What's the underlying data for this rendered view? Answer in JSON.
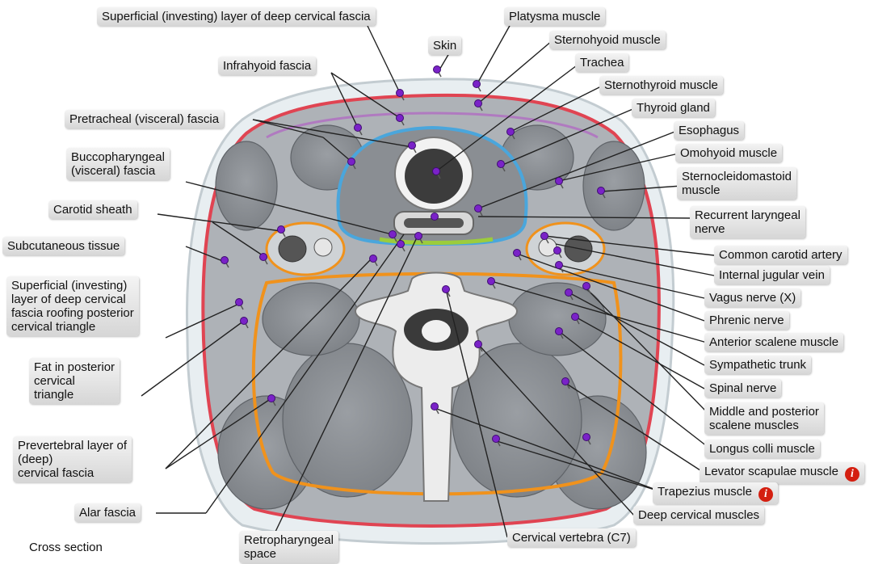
{
  "labels": {
    "superficial_layer": "Superficial (investing) layer of deep cervical fascia",
    "platysma": "Platysma muscle",
    "skin": "Skin",
    "sternohyoid": "Sternohyoid muscle",
    "infrahyoid_fascia": "Infrahyoid fascia",
    "trachea": "Trachea",
    "sternothyroid": "Sternothyroid muscle",
    "pretracheal_fascia": "Pretracheal (visceral) fascia",
    "thyroid_gland": "Thyroid gland",
    "esophagus": "Esophagus",
    "buccopharyngeal_1": "Buccopharyngeal",
    "buccopharyngeal_2": "(visceral) fascia",
    "omohyoid": "Omohyoid muscle",
    "scm_1": "Sternocleidomastoid",
    "scm_2": "muscle",
    "carotid_sheath": "Carotid sheath",
    "recurrent_1": "Recurrent laryngeal",
    "recurrent_2": "nerve",
    "subcutaneous": "Subcutaneous tissue",
    "common_carotid": "Common carotid artery",
    "internal_jugular": "Internal jugular vein",
    "roof_1": "Superficial (investing)",
    "roof_2": "layer of deep cervical",
    "roof_3": "fascia roofing posterior",
    "roof_4": "cervical triangle",
    "vagus": "Vagus nerve (X)",
    "phrenic": "Phrenic nerve",
    "anterior_scalene": "Anterior scalene muscle",
    "fat_1": "Fat in posterior",
    "fat_2": "cervical",
    "fat_3": "triangle",
    "sympathetic": "Sympathetic trunk",
    "spinal_nerve": "Spinal nerve",
    "middle_post_1": "Middle and posterior",
    "middle_post_2": "scalene muscles",
    "prevertebral_1": "Prevertebral layer of",
    "prevertebral_2": "(deep)",
    "prevertebral_3": "cervical fascia",
    "longus_colli": "Longus colli muscle",
    "levator": "Levator scapulae muscle",
    "trapezius": "Trapezius muscle",
    "alar": "Alar fascia",
    "deep_cervical": "Deep cervical muscles",
    "cross_section": "Cross section",
    "retro_1": "Retropharyngeal",
    "retro_2": "space",
    "vertebra": "Cervical vertebra (C7)",
    "info_glyph": "i"
  },
  "colors": {
    "skin": "#e6ecef",
    "muscle": "#8f9398",
    "investing_fascia": "#e04452",
    "pretracheal_fascia": "#4aa6dc",
    "prevertebral_fascia": "#f0921c",
    "infrahyoid_fascia": "#b07ac0",
    "buccopharyngeal_fascia": "#9ccc3c",
    "pin": "#7a22c8",
    "info_badge": "#d41f10"
  },
  "icons": {
    "pin": "purple-pin-icon",
    "info": "info-icon"
  }
}
